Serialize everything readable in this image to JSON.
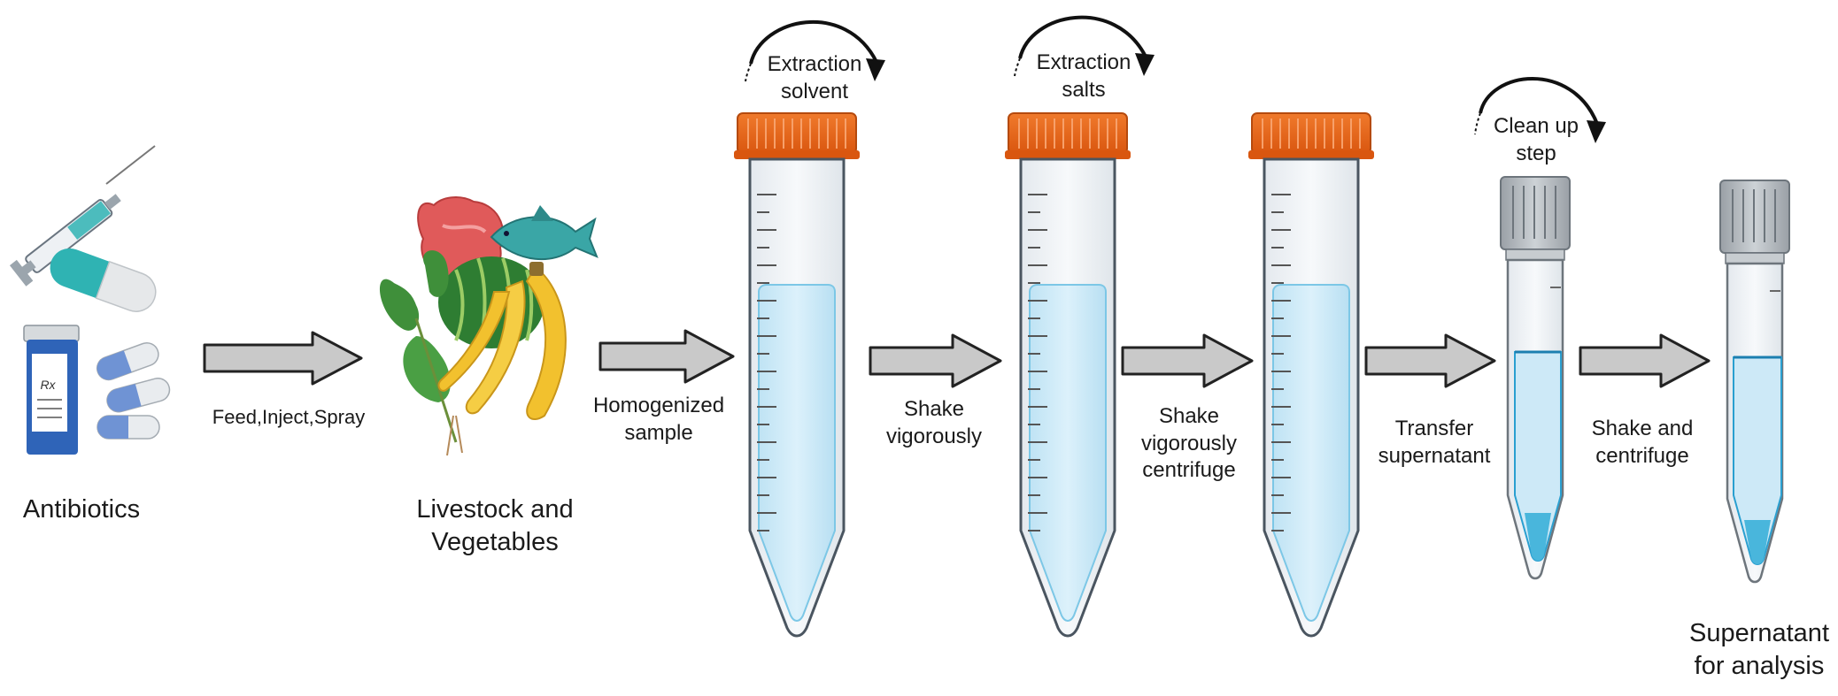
{
  "labels": {
    "antibiotics": "Antibiotics",
    "feed_inject_spray": "Feed,Inject,Spray",
    "livestock_line1": "Livestock and",
    "livestock_line2": "Vegetables",
    "homogenized_line1": "Homogenized",
    "homogenized_line2": "sample",
    "extraction_solvent_line1": "Extraction",
    "extraction_solvent_line2": "solvent",
    "shake_vig_line1": "Shake",
    "shake_vig_line2": "vigorously",
    "extraction_salts_line1": "Extraction",
    "extraction_salts_line2": "salts",
    "shake_cent_line1": "Shake",
    "shake_cent_line2": "vigorously",
    "shake_cent_line3": "centrifuge",
    "transfer_line1": "Transfer",
    "transfer_line2": "supernatant",
    "cleanup_line1": "Clean up",
    "cleanup_line2": "step",
    "shake_and_cent_line1": "Shake and",
    "shake_and_cent_line2": "centrifuge",
    "supernatant_line1": "Supernatant",
    "supernatant_line2": "for analysis",
    "rx_mark": "Rx"
  },
  "colors": {
    "arrow_fill": "#c9c9c9",
    "arrow_stroke": "#222222",
    "cap_orange": "#e8661c",
    "tube_body": "#f3f5f7",
    "liquid": "#cde9f7",
    "liquid_dark": "#49b6dc",
    "small_cap": "#b8bdc2",
    "pill_blue": "#6f93d4",
    "teal": "#2fb3b3",
    "banana": "#f2c12e",
    "melon": "#2e7d32",
    "meat": "#e05a5a",
    "fish": "#3aa6a6",
    "leaf": "#3f8f3a"
  },
  "icons": [
    "syringe-icon",
    "capsule-icon",
    "pill-bottle-icon",
    "meat-icon",
    "fish-icon",
    "watermelon-icon",
    "banana-icon",
    "spinach-icon",
    "rotate-arrow-icon",
    "centrifuge-tube-icon",
    "spin-column-icon"
  ]
}
